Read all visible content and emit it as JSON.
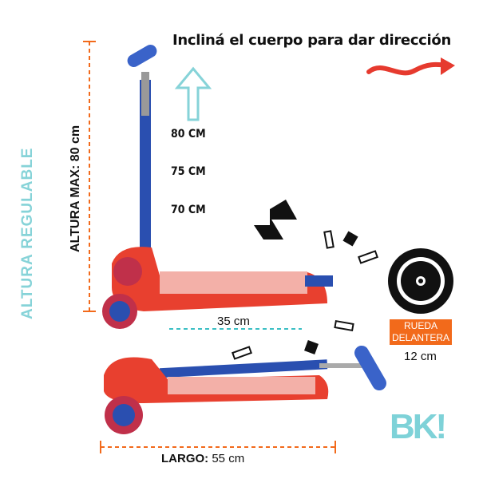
{
  "headline": "Incliná el cuerpo para dar dirección",
  "height_marks": [
    "80 CM",
    "75 CM",
    "70 CM"
  ],
  "side_label": "ALTURA  REGULABLE",
  "max_height_label": "ALTURA MAX: 80 cm",
  "deck_width": "35 cm",
  "length_label": "LARGO:",
  "length_value": "55 cm",
  "wheel_badge": [
    "RUEDA",
    "DELANTERA"
  ],
  "wheel_size": "12 cm",
  "brand_logo": "BK!",
  "colors": {
    "accent_orange": "#f26a1b",
    "teal": "#7ed2d8",
    "scooter_red": "#e8402f",
    "scooter_blue": "#2a4fb0",
    "arrow_red": "#e63a2e"
  }
}
